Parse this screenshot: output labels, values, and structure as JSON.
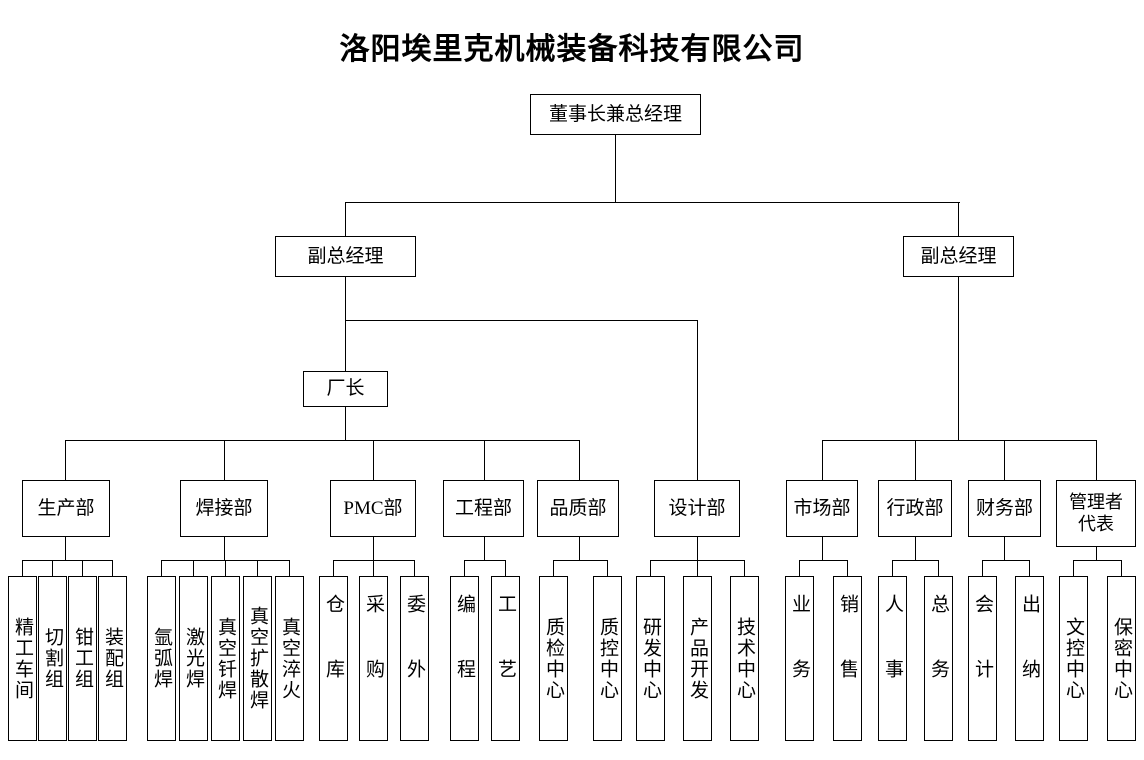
{
  "chart": {
    "title": "洛阳埃里克机械装备科技有限公司",
    "type": "org-chart",
    "line_color": "#000000",
    "box_fill": "#ffffff",
    "text_color": "#000000"
  },
  "level1": {
    "chairman": "董事长兼总经理"
  },
  "level2": {
    "deputy_left": "副总经理",
    "deputy_right": "副总经理"
  },
  "level3": {
    "factory_director": "厂长"
  },
  "departments": {
    "production": "生产部",
    "welding": "焊接部",
    "pmc": "PMC部",
    "engineering": "工程部",
    "quality": "品质部",
    "design": "设计部",
    "marketing": "市场部",
    "administration": "行政部",
    "finance": "财务部",
    "management_rep_line1": "管理者",
    "management_rep_line2": "代表"
  },
  "units": {
    "production": [
      "精工车间",
      "切割组",
      "钳工组",
      "装配组"
    ],
    "welding": [
      "氩弧焊",
      "激光焊",
      "真空钎焊",
      "真空扩散焊",
      "真空淬火"
    ],
    "pmc": [
      "仓库",
      "采购",
      "委外"
    ],
    "engineering": [
      "编程",
      "工艺"
    ],
    "quality": [
      "质检中心",
      "质控中心"
    ],
    "design": [
      "研发中心",
      "产品开发",
      "技术中心"
    ],
    "marketing": [
      "业务",
      "销售"
    ],
    "administration": [
      "人事",
      "总务"
    ],
    "finance": [
      "会计",
      "出纳"
    ],
    "management_rep": [
      "文控中心",
      "保密中心"
    ]
  }
}
